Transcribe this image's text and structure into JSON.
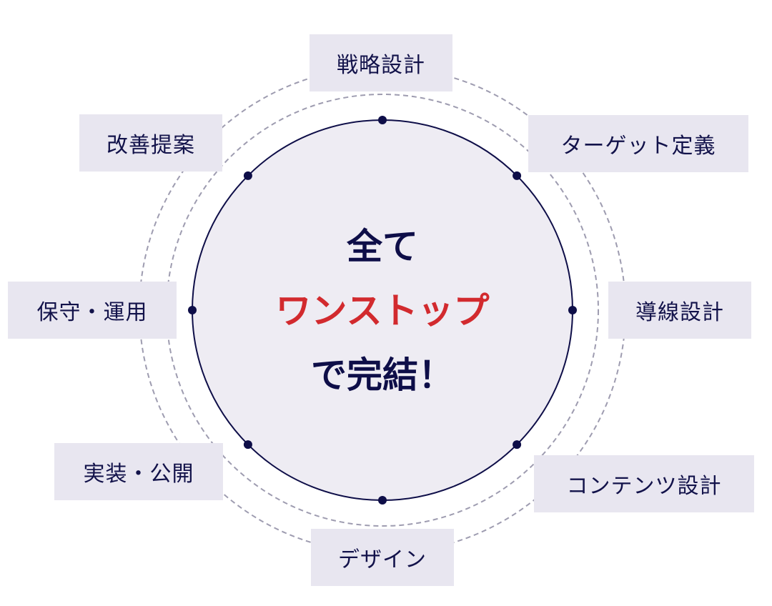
{
  "center": {
    "line1": "全て",
    "line2": "ワンストップ",
    "line3": "で完結！"
  },
  "steps": [
    "戦略設計",
    "ターゲット定義",
    "導線設計",
    "コンテンツ設計",
    "デザイン",
    "実装・公開",
    "保守・運用",
    "改善提案"
  ],
  "colors": {
    "navy": "#0e0e48",
    "accent": "#d22a2e",
    "box": "#e8e6f0",
    "circle_fill": "#eeecf3",
    "dash": "#9e9cb0"
  }
}
